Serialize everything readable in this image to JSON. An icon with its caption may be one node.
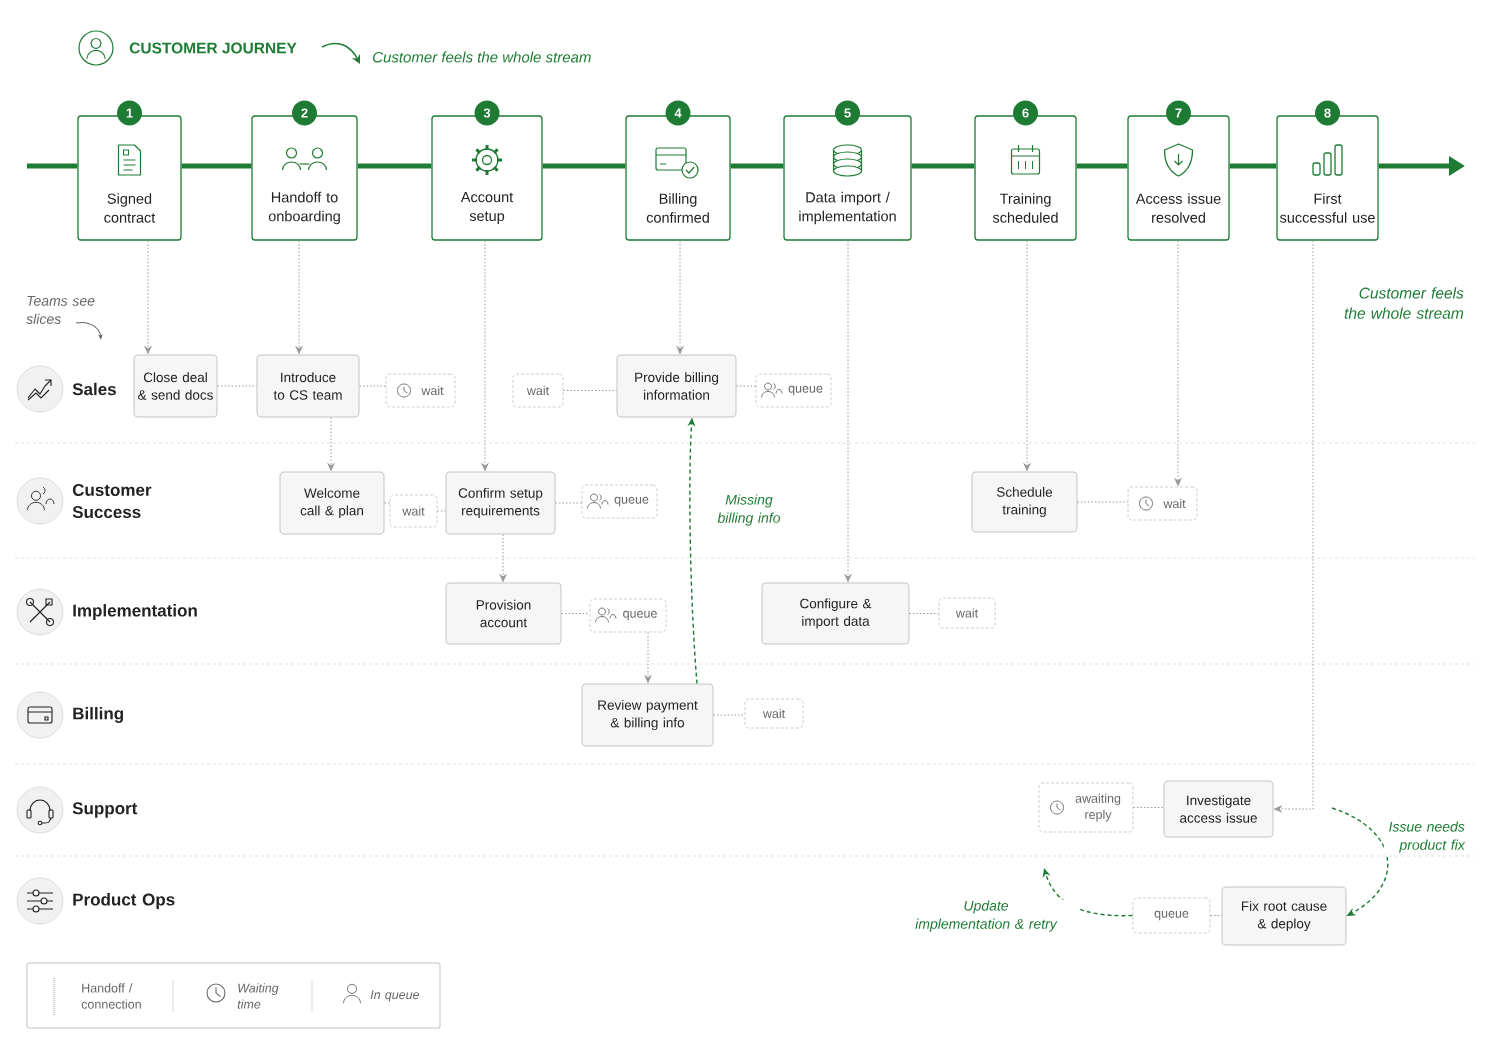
{
  "diagram": {
    "title": "CUSTOMER JOURNEY",
    "nodes": [
      {
        "text": [
          "1",
          "Signed contract"
        ]
      },
      {
        "text": [
          "2",
          "Handoff to onboarding"
        ]
      },
      {
        "text": [
          "3",
          "Account setup"
        ]
      },
      {
        "text": [
          "4",
          "Billing confirmed"
        ]
      },
      {
        "text": [
          "5",
          "Data import / implementation"
        ]
      },
      {
        "text": [
          "6",
          "Training scheduled"
        ]
      },
      {
        "text": [
          "7",
          "Access issue resolved"
        ]
      },
      {
        "text": [
          "8",
          "First successful use"
        ]
      },
      {
        "text": [
          "Close deal & send docs"
        ]
      },
      {
        "text": [
          "Introduce to CS team"
        ]
      },
      {
        "text": [
          "wait"
        ]
      },
      {
        "text": [
          "wait"
        ]
      },
      {
        "text": [
          "Provide billing information"
        ]
      },
      {
        "text": [
          "queue"
        ]
      },
      {
        "text": [
          "Welcome call & plan"
        ]
      },
      {
        "text": [
          "wait"
        ]
      },
      {
        "text": [
          "Confirm setup requirements"
        ]
      },
      {
        "text": [
          "queue"
        ]
      },
      {
        "text": [
          "Schedule training"
        ]
      },
      {
        "text": [
          "wait"
        ]
      },
      {
        "text": [
          "Provision account"
        ]
      },
      {
        "text": [
          "queue"
        ]
      },
      {
        "text": [
          "Configure & import data"
        ]
      },
      {
        "text": [
          "wait"
        ]
      },
      {
        "text": [
          "Review payment & billing info"
        ]
      },
      {
        "text": [
          "wait"
        ]
      },
      {
        "text": [
          "awaiting reply"
        ]
      },
      {
        "text": [
          "Investigate access issue"
        ]
      },
      {
        "text": [
          "queue"
        ]
      },
      {
        "text": [
          "Fix root cause & deploy"
        ]
      }
    ],
    "edges": [
      {
        "from": null,
        "to": 0,
        "arrow": "none",
        "style": "thick",
        "color": "#1e7b34"
      },
      {
        "from": 0,
        "to": 1,
        "arrow": "none",
        "style": "thick",
        "color": "#1e7b34"
      },
      {
        "from": 1,
        "to": 2,
        "arrow": "none",
        "style": "thick",
        "color": "#1e7b34"
      },
      {
        "from": 2,
        "to": 3,
        "arrow": "none",
        "style": "thick",
        "color": "#1e7b34"
      },
      {
        "from": 3,
        "to": 4,
        "arrow": "none",
        "style": "thick",
        "color": "#1e7b34"
      },
      {
        "from": 4,
        "to": 5,
        "arrow": "none",
        "style": "thick",
        "color": "#1e7b34"
      },
      {
        "from": 5,
        "to": 6,
        "arrow": "none",
        "style": "thick",
        "color": "#1e7b34"
      },
      {
        "from": 6,
        "to": 7,
        "arrow": "none",
        "style": "thick",
        "color": "#1e7b34"
      },
      {
        "from": 7,
        "to": null,
        "arrow": "to",
        "style": "thick",
        "color": "#1e7b34"
      },
      {
        "from": 0,
        "to": 8,
        "arrow": "to",
        "style": "dashed"
      },
      {
        "from": 1,
        "to": 9,
        "arrow": "to",
        "style": "dashed"
      },
      {
        "from": 2,
        "to": 16,
        "arrow": "to",
        "style": "dashed"
      },
      {
        "from": 3,
        "to": 12,
        "arrow": "to",
        "style": "dashed"
      },
      {
        "from": 4,
        "to": 22,
        "arrow": "to",
        "style": "dashed"
      },
      {
        "from": 5,
        "to": 18,
        "arrow": "to",
        "style": "dashed"
      },
      {
        "from": 6,
        "to": 19,
        "arrow": "to",
        "style": "dashed"
      },
      {
        "from": 7,
        "to": 27,
        "arrow": "to",
        "style": "dashed"
      },
      {
        "from": 8,
        "to": 9,
        "arrow": "none",
        "style": "dashed"
      },
      {
        "from": 9,
        "to": 10,
        "arrow": "none",
        "style": "dashed"
      },
      {
        "from": 11,
        "to": 12,
        "arrow": "none",
        "style": "dashed"
      },
      {
        "from": 12,
        "to": 13,
        "arrow": "none",
        "style": "dashed"
      },
      {
        "from": 9,
        "to": 14,
        "arrow": "to",
        "style": "dashed"
      },
      {
        "from": 14,
        "to": 15,
        "arrow": "none",
        "style": "dashed"
      },
      {
        "from": 15,
        "to": 16,
        "arrow": "none",
        "style": "dashed"
      },
      {
        "from": 16,
        "to": 17,
        "arrow": "none",
        "style": "dashed"
      },
      {
        "from": 16,
        "to": 20,
        "arrow": "to",
        "style": "dashed"
      },
      {
        "from": 18,
        "to": 19,
        "arrow": "none",
        "style": "dashed"
      },
      {
        "from": 20,
        "to": 21,
        "arrow": "none",
        "style": "dashed"
      },
      {
        "from": 21,
        "to": 24,
        "arrow": "to",
        "style": "dashed"
      },
      {
        "from": 22,
        "to": 23,
        "arrow": "none",
        "style": "dashed"
      },
      {
        "from": 24,
        "to": 25,
        "arrow": "none",
        "style": "dashed"
      },
      {
        "from": 26,
        "to": 27,
        "arrow": "none",
        "style": "dashed"
      },
      {
        "from": 28,
        "to": 29,
        "arrow": "none",
        "style": "dashed"
      },
      {
        "from": 24,
        "to": 12,
        "arrow": "to",
        "label": "Missing billing info",
        "style": "dashed",
        "color": "#1e7b34"
      },
      {
        "from": null,
        "to": 29,
        "arrow": "to",
        "label": "Issue needs product fix",
        "style": "dashed",
        "color": "#1e7b34"
      },
      {
        "from": 28,
        "to": null,
        "arrow": "to",
        "label": "Update implementation & retry",
        "style": "dashed",
        "color": "#1e7b34"
      }
    ],
    "labels": [
      "Customer feels the whole stream",
      "Teams see slices",
      "Customer feels the whole stream",
      "Sales",
      "Customer Success",
      "Implementation",
      "Billing",
      "Support",
      "Product Ops"
    ],
    "legend": [
      {
        "text": "Handoff / connection"
      },
      {
        "text": "Waiting time"
      },
      {
        "text": "In queue"
      }
    ]
  }
}
